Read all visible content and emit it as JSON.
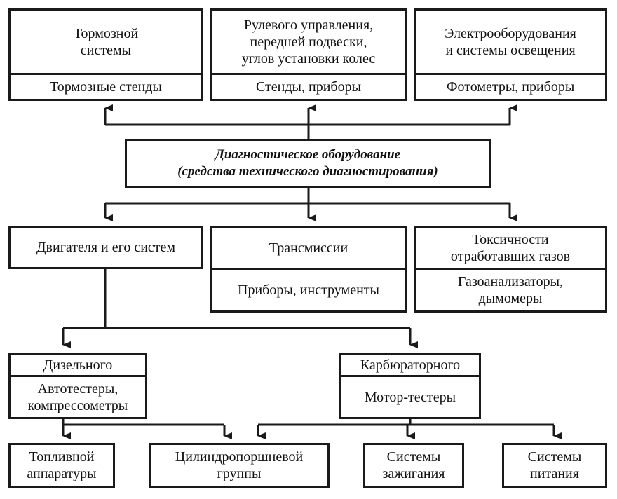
{
  "center": {
    "line1": "Диагностическое оборудование",
    "line2": "(средства технического диагностирования)"
  },
  "top_row": [
    {
      "title": "Тормозной\nсистемы",
      "tools": "Тормозные стенды"
    },
    {
      "title": "Рулевого управления,\nпередней подвески,\nуглов установки колес",
      "tools": "Стенды, приборы"
    },
    {
      "title": "Электрооборудования\nи системы освещения",
      "tools": "Фотометры, приборы"
    }
  ],
  "middle_row": [
    {
      "title": "Двигателя и его систем"
    },
    {
      "title": "Трансмиссии",
      "tools": "Приборы, инструменты"
    },
    {
      "title": "Токсичности\nотработавших газов",
      "tools": "Газоанализаторы,\nдымомеры"
    }
  ],
  "engine_types": [
    {
      "title": "Дизельного",
      "tools": "Автотестеры,\nкомпрессометры"
    },
    {
      "title": "Карбюраторного",
      "tools": "Мотор-тестеры"
    }
  ],
  "bottom_row": [
    {
      "title": "Топливной\nаппаратуры"
    },
    {
      "title": "Цилиндропоршневой\nгруппы"
    },
    {
      "title": "Системы\nзажигания"
    },
    {
      "title": "Системы\nпитания"
    }
  ]
}
